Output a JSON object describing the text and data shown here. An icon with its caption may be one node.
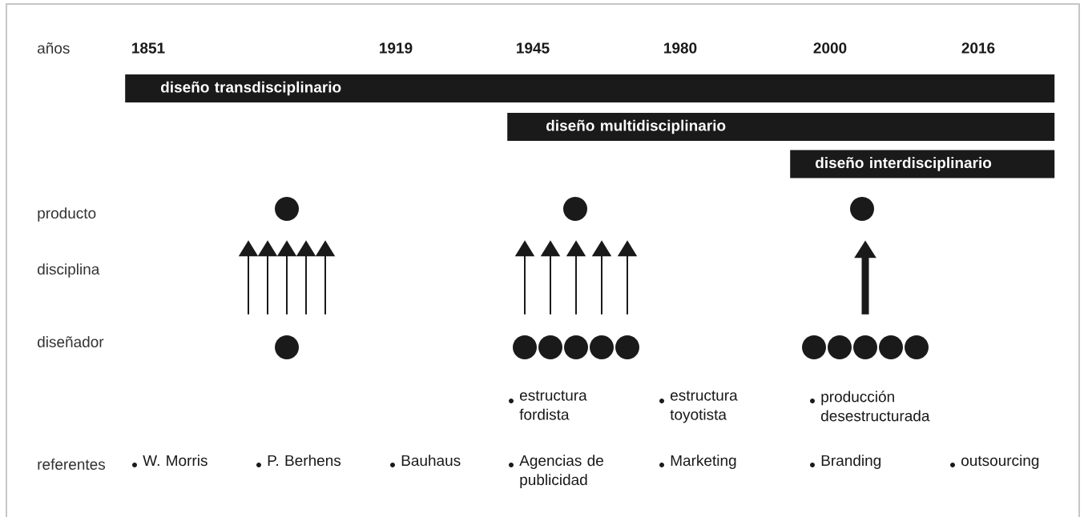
{
  "diagram": {
    "nodes": [
      {
        "text": [
          "diseño transdisciplinario"
        ]
      },
      {
        "text": [
          "diseño multidisciplinario"
        ]
      },
      {
        "text": [
          "diseño interdisciplinario"
        ]
      },
      {
        "text": [],
        "shape": "circle"
      },
      {
        "text": [],
        "shape": "circle"
      },
      {
        "text": [],
        "shape": "circle"
      },
      {
        "text": [],
        "shape": "circle"
      },
      {
        "text": [],
        "shape": "circle"
      },
      {
        "text": [],
        "shape": "circle"
      },
      {
        "text": [],
        "shape": "circle"
      },
      {
        "text": [],
        "shape": "circle"
      },
      {
        "text": [],
        "shape": "circle"
      },
      {
        "text": [],
        "shape": "circle"
      },
      {
        "text": [],
        "shape": "circle"
      },
      {
        "text": [],
        "shape": "circle"
      },
      {
        "text": [],
        "shape": "circle"
      },
      {
        "text": [],
        "shape": "circle"
      }
    ],
    "edges": [
      {
        "from": 6,
        "to": 3,
        "arrow": "to"
      },
      {
        "from": 6,
        "to": 3,
        "arrow": "to"
      },
      {
        "from": 6,
        "to": 3,
        "arrow": "to"
      },
      {
        "from": 6,
        "to": 3,
        "arrow": "to"
      },
      {
        "from": 6,
        "to": 3,
        "arrow": "to"
      },
      {
        "from": 7,
        "to": 4,
        "arrow": "to"
      },
      {
        "from": 8,
        "to": 4,
        "arrow": "to"
      },
      {
        "from": 9,
        "to": 4,
        "arrow": "to"
      },
      {
        "from": 10,
        "to": 4,
        "arrow": "to"
      },
      {
        "from": 11,
        "to": 4,
        "arrow": "to"
      },
      {
        "from": 14,
        "to": 5,
        "arrow": "to",
        "style": "thick"
      }
    ],
    "labels": [
      "años",
      "1851",
      "1919",
      "1945",
      "1980",
      "2000",
      "2016",
      "producto",
      "disciplina",
      "diseñador",
      "estructura fordista",
      "estructura toyotista",
      "producción desestructurada",
      "referentes",
      "W. Morris",
      "P. Berhens",
      "Bauhaus",
      "Agencias de publicidad",
      "Marketing",
      "Branding",
      "outsourcing"
    ]
  }
}
